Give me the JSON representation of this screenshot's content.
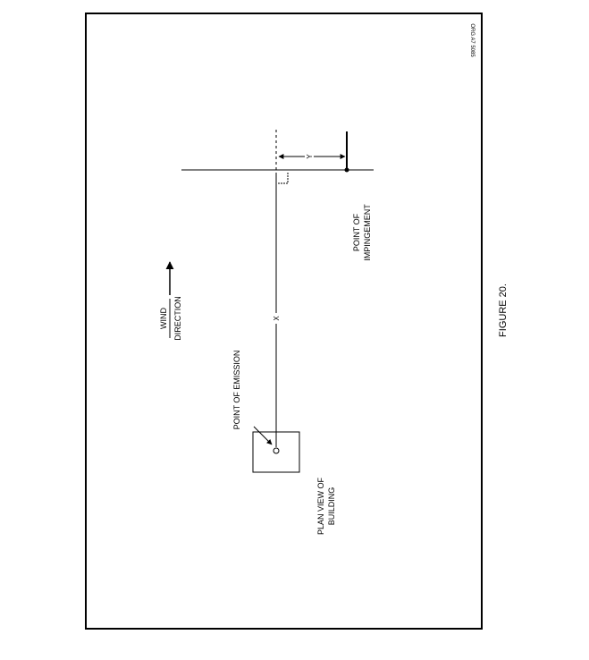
{
  "figure": {
    "caption": "FIGURE 20.",
    "tag": "ORG A7 5085",
    "wind_label_1": "WIND",
    "wind_label_2": "DIRECTION",
    "emission_label": "POINT OF EMISSION",
    "impingement_label_1": "POINT OF",
    "impingement_label_2": "IMPINGEMENT",
    "building_label_1": "PLAN VIEW OF",
    "building_label_2": "BUILDING",
    "x_label": "X",
    "y_label": "Y"
  }
}
